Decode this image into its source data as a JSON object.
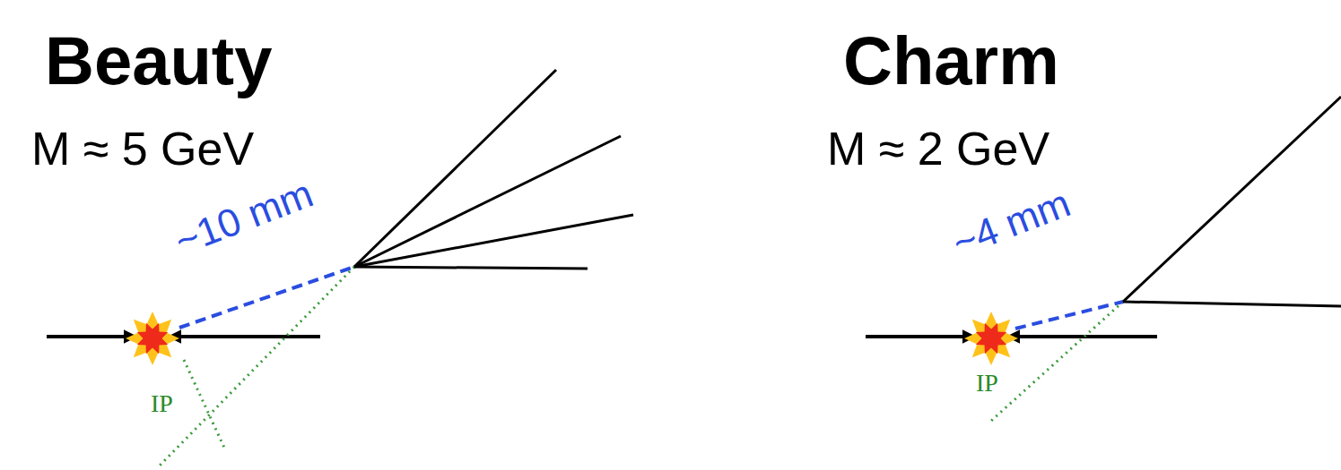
{
  "diagram": {
    "labels": [
      "Beauty",
      "M ≈ 5 GeV",
      "~10 mm",
      "IP",
      "Charm",
      "M ≈ 2 GeV",
      "~4 mm",
      "IP"
    ]
  }
}
